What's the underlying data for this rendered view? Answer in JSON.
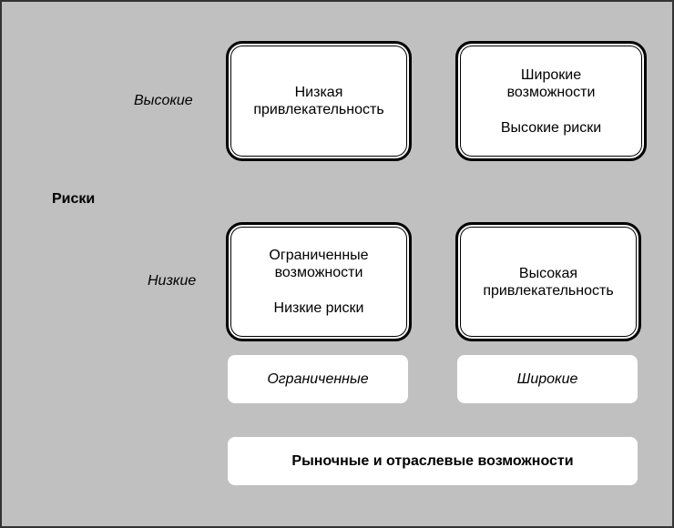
{
  "axis_y": {
    "title": "Риски",
    "high": "Высокие",
    "low": "Низкие"
  },
  "axis_x": {
    "title": "Рыночные и отраслевые возможности",
    "limited": "Ограниченные",
    "wide": "Широкие"
  },
  "quadrants": {
    "top_left": {
      "line1": "Низкая",
      "line2": "привлекательность"
    },
    "top_right": {
      "line1": "Широкие",
      "line2": "возможности",
      "line3": "Высокие риски"
    },
    "bottom_left": {
      "line1": "Ограниченные",
      "line2": "возможности",
      "line3": "Низкие риски"
    },
    "bottom_right": {
      "line1": "Высокая",
      "line2": "привлекательность"
    }
  }
}
